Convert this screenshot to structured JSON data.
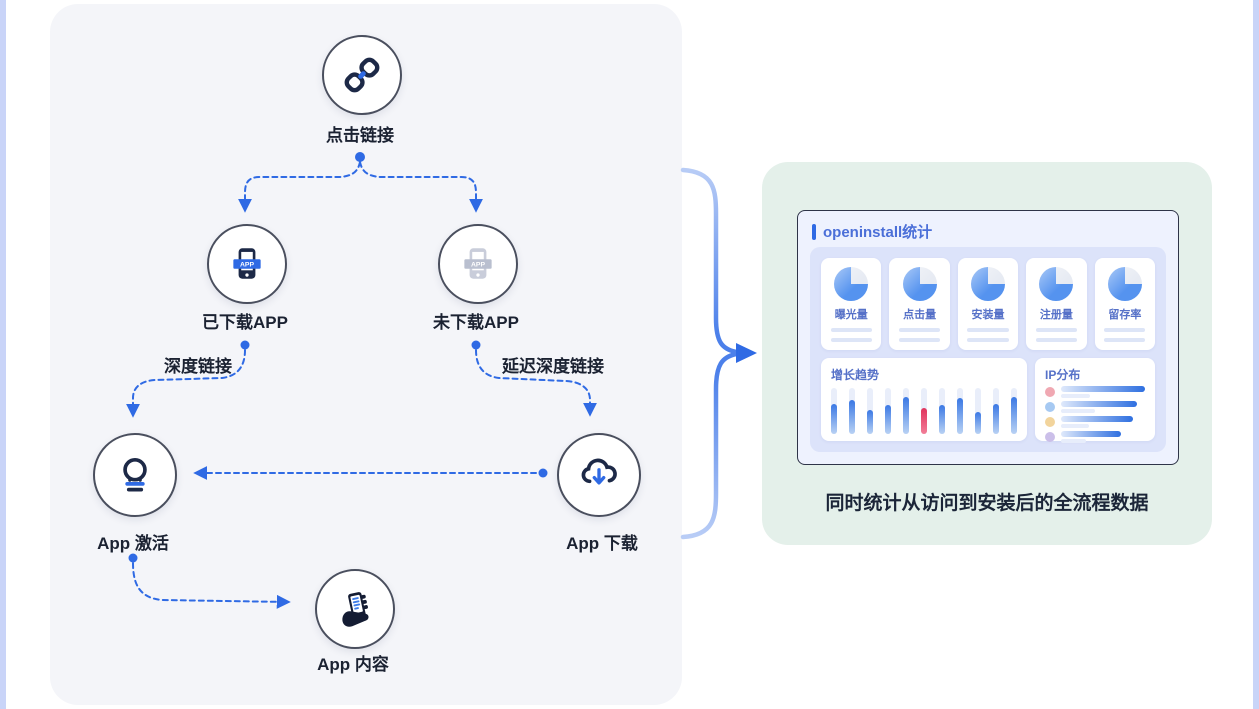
{
  "flow": {
    "nodes": [
      {
        "id": "click-link",
        "label": "点击链接"
      },
      {
        "id": "app-downloaded",
        "label": "已下载APP"
      },
      {
        "id": "app-not-downloaded",
        "label": "未下载APP"
      },
      {
        "id": "app-activate",
        "label": "App 激活"
      },
      {
        "id": "app-download",
        "label": "App 下载"
      },
      {
        "id": "app-content",
        "label": "App 内容"
      }
    ],
    "edge_labels": {
      "deep_link": "深度链接",
      "deferred_deep_link": "延迟深度链接"
    },
    "phone_badge": "APP",
    "accent_color": "#2f6ae4",
    "icon_color": "#1d2947"
  },
  "dashboard": {
    "title": "openinstall统计",
    "caption": "同时统计从访问到安装后的全流程数据",
    "stats": [
      {
        "label": "曝光量"
      },
      {
        "label": "点击量"
      },
      {
        "label": "安装量"
      },
      {
        "label": "注册量"
      },
      {
        "label": "留存率"
      }
    ],
    "pie_fraction_blue": 0.75,
    "charts": {
      "growth": {
        "type": "bar",
        "title": "增长趋势",
        "values": [
          65,
          75,
          52,
          63,
          80,
          57,
          63,
          79,
          48,
          65,
          80
        ],
        "highlight_index": 5,
        "highlight_color": "#e0335c",
        "bar_color": "#3a78e4"
      },
      "ip": {
        "type": "bar-h",
        "title": "IP分布",
        "rows": [
          {
            "dot": "#f0a8b2",
            "main": 100,
            "sub": 35
          },
          {
            "dot": "#a6c9f2",
            "main": 90,
            "sub": 40
          },
          {
            "dot": "#f2d49c",
            "main": 86,
            "sub": 33
          },
          {
            "dot": "#cbbfe9",
            "main": 72,
            "sub": 30
          }
        ]
      }
    }
  }
}
